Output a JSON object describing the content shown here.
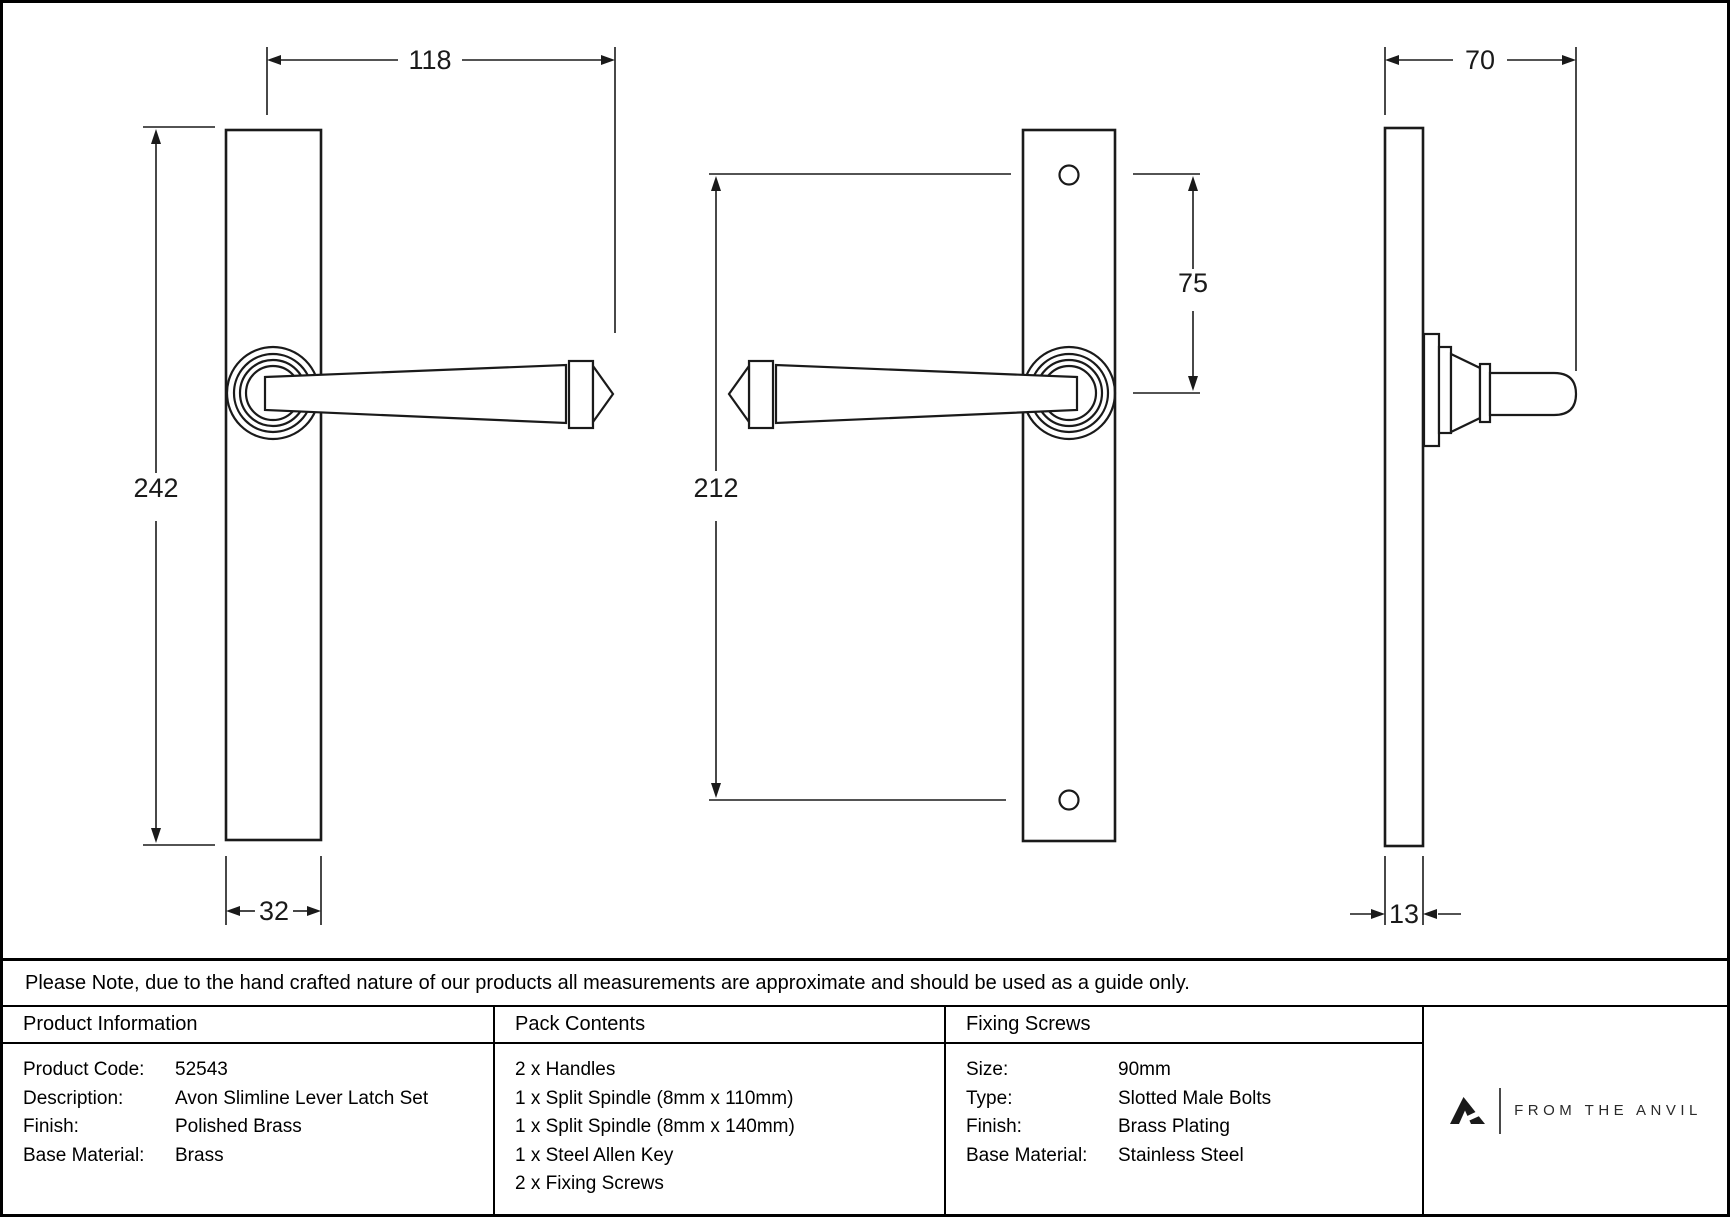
{
  "drawing": {
    "front_view": {
      "lever_length_dim": "118",
      "plate_height_dim": "242",
      "plate_width_dim": "32"
    },
    "reverse_view": {
      "screw_centres_dim": "212",
      "hole_to_lever_dim": "75"
    },
    "side_view": {
      "projection_dim": "70",
      "plate_thickness_dim": "13"
    }
  },
  "note": "Please Note, due to the hand crafted nature of our products all measurements are approximate and should be used as a guide only.",
  "table": {
    "product_information": {
      "header": "Product Information",
      "rows": [
        {
          "label": "Product Code:",
          "value": "52543"
        },
        {
          "label": "Description:",
          "value": "Avon Slimline Lever Latch Set"
        },
        {
          "label": "Finish:",
          "value": "Polished Brass"
        },
        {
          "label": "Base Material:",
          "value": "Brass"
        }
      ]
    },
    "pack_contents": {
      "header": "Pack Contents",
      "items": [
        "2 x Handles",
        "1 x Split Spindle (8mm x 110mm)",
        "1 x Split Spindle (8mm x 140mm)",
        "1 x Steel Allen Key",
        "2 x Fixing Screws"
      ]
    },
    "fixing_screws": {
      "header": "Fixing Screws",
      "rows": [
        {
          "label": "Size:",
          "value": "90mm"
        },
        {
          "label": "Type:",
          "value": "Slotted Male Bolts"
        },
        {
          "label": "Finish:",
          "value": "Brass Plating"
        },
        {
          "label": "Base Material:",
          "value": "Stainless Steel"
        }
      ]
    },
    "brand": {
      "name": "FROM THE ANVIL"
    }
  }
}
